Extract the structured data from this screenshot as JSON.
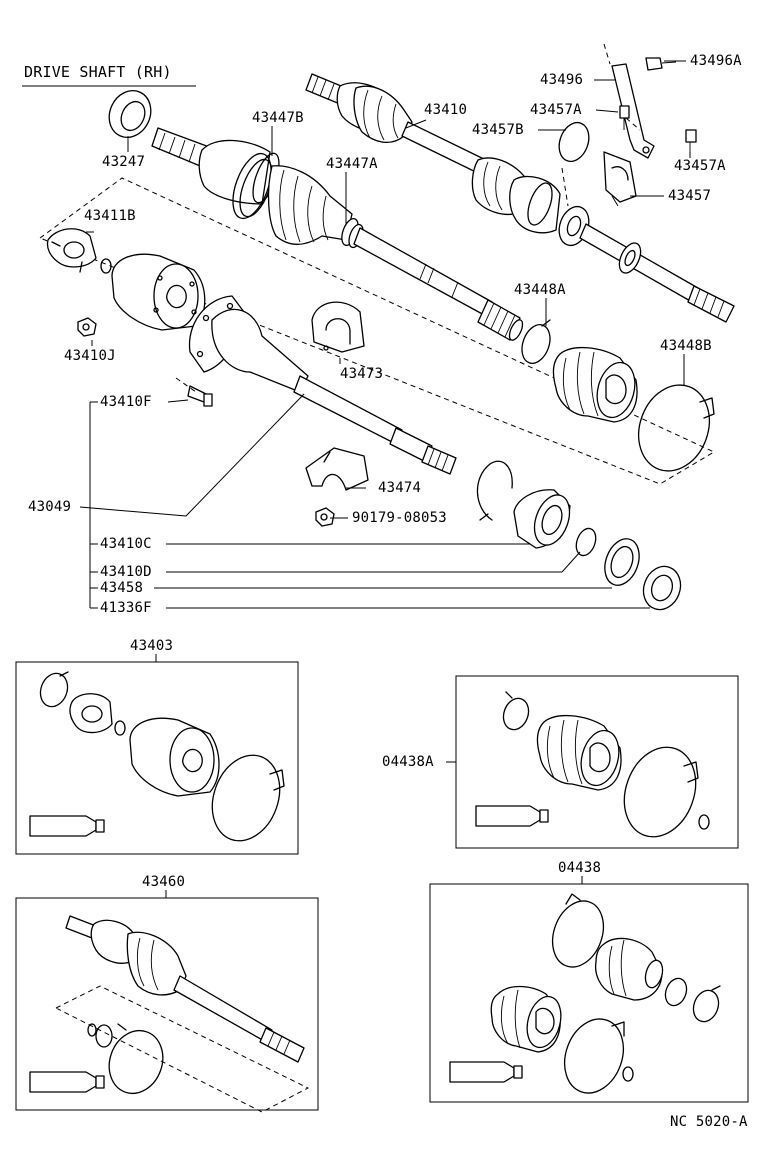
{
  "title": "DRIVE SHAFT (RH)",
  "footer_code": "NC 5020-A",
  "labels": {
    "p43247": "43247",
    "p43447B": "43447B",
    "p43410": "43410",
    "p43496": "43496",
    "p43496A": "43496A",
    "p43457A_top": "43457A",
    "p43457B": "43457B",
    "p43457A_right": "43457A",
    "p43457": "43457",
    "p43447A": "43447A",
    "p43411B": "43411B",
    "p43410J": "43410J",
    "p43448A": "43448A",
    "p43448B": "43448B",
    "p43473": "43473",
    "p43410F": "43410F",
    "p43049": "43049",
    "p43474": "43474",
    "p90179": "90179-08053",
    "p43410C": "43410C",
    "p43410D": "43410D",
    "p43458": "43458",
    "p41336F": "41336F",
    "p43403": "43403",
    "p04438A": "04438A",
    "p43460": "43460",
    "p04438": "04438"
  }
}
